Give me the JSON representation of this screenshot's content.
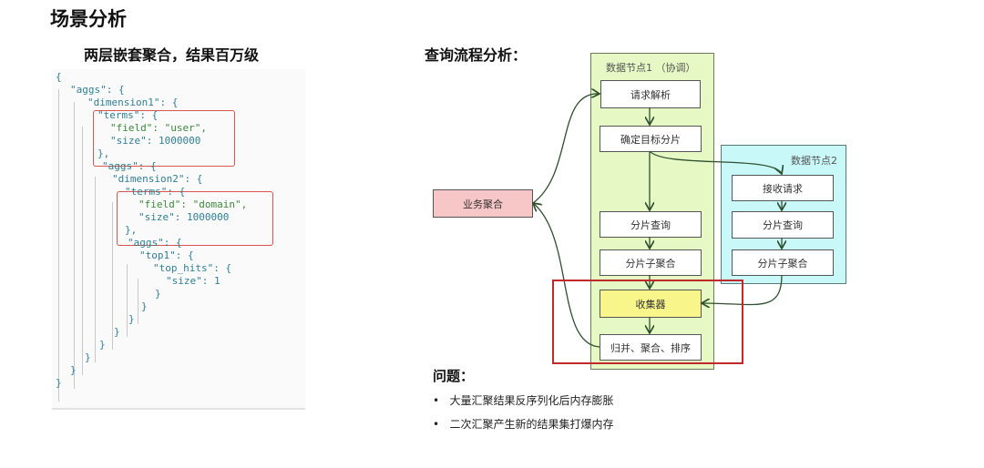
{
  "title": "场景分析",
  "left_heading": "两层嵌套聚合，结果百万级",
  "right_heading": "查询流程分析：",
  "code": {
    "lines": [
      "{",
      "\"aggs\": {",
      "\"dimension1\": {",
      "\"terms\": {",
      "\"field\": \"user\",",
      "\"size\": 1000000",
      "},",
      "\"aggs\": {",
      "\"dimension2\": {",
      "\"terms\": {",
      "\"field\": \"domain\",",
      "\"size\": 1000000",
      "},",
      "\"aggs\": {",
      "\"top1\": {",
      "\"top_hits\": {",
      "\"size\": 1",
      "}",
      "}",
      "}",
      "}",
      "}",
      "}",
      "}",
      "}"
    ]
  },
  "diagram": {
    "node1_label": "数据节点1 （协调）",
    "node2_label": "数据节点2",
    "n1": [
      "请求解析",
      "确定目标分片",
      "分片查询",
      "分片子聚合",
      "收集器",
      "归并、聚合、排序"
    ],
    "n2": [
      "接收请求",
      "分片查询",
      "分片子聚合"
    ],
    "business": "业务聚合",
    "colors": {
      "node1_bg": "#e6f9c4",
      "node2_bg": "#c8f8f8",
      "collector": "#f8f68a",
      "business": "#f7c6c6",
      "highlight": "#c0282a"
    }
  },
  "problems": {
    "heading": "问题：",
    "items": [
      "大量汇聚结果反序列化后内存膨胀",
      "二次汇聚产生新的结果集打爆内存"
    ]
  }
}
